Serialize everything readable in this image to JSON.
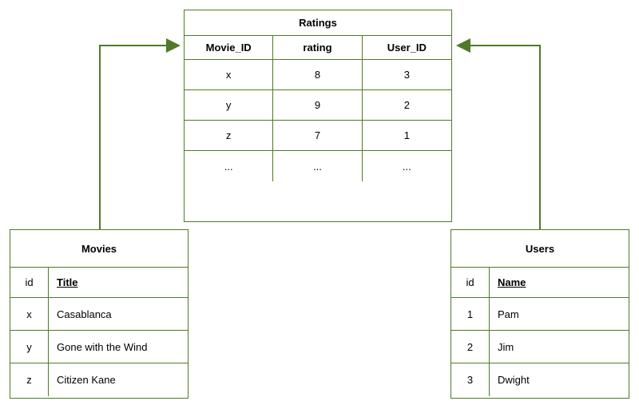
{
  "diagram": {
    "type": "entity-relationship-tables",
    "accent_color": "#4f7a28",
    "tables": [
      {
        "id": "ratings",
        "title": "Ratings",
        "columns": [
          "Movie_ID",
          "rating",
          "User_ID"
        ],
        "rows": [
          [
            "x",
            "8",
            "3"
          ],
          [
            "y",
            "9",
            "2"
          ],
          [
            "z",
            "7",
            "1"
          ],
          [
            "...",
            "...",
            "..."
          ]
        ]
      },
      {
        "id": "movies",
        "title": "Movies",
        "columns": [
          "id",
          "Title"
        ],
        "rows": [
          [
            "x",
            "Casablanca"
          ],
          [
            "y",
            "Gone with the Wind"
          ],
          [
            "z",
            "Citizen Kane"
          ]
        ]
      },
      {
        "id": "users",
        "title": "Users",
        "columns": [
          "id",
          "Name"
        ],
        "rows": [
          [
            "1",
            "Pam"
          ],
          [
            "2",
            "Jim"
          ],
          [
            "3",
            "Dwight"
          ]
        ]
      }
    ],
    "connectors": [
      {
        "name": "movies-to-ratings-movie-id",
        "from": "movies",
        "to": "ratings.Movie_ID"
      },
      {
        "name": "users-to-ratings-user-id",
        "from": "users",
        "to": "ratings.User_ID"
      }
    ]
  }
}
